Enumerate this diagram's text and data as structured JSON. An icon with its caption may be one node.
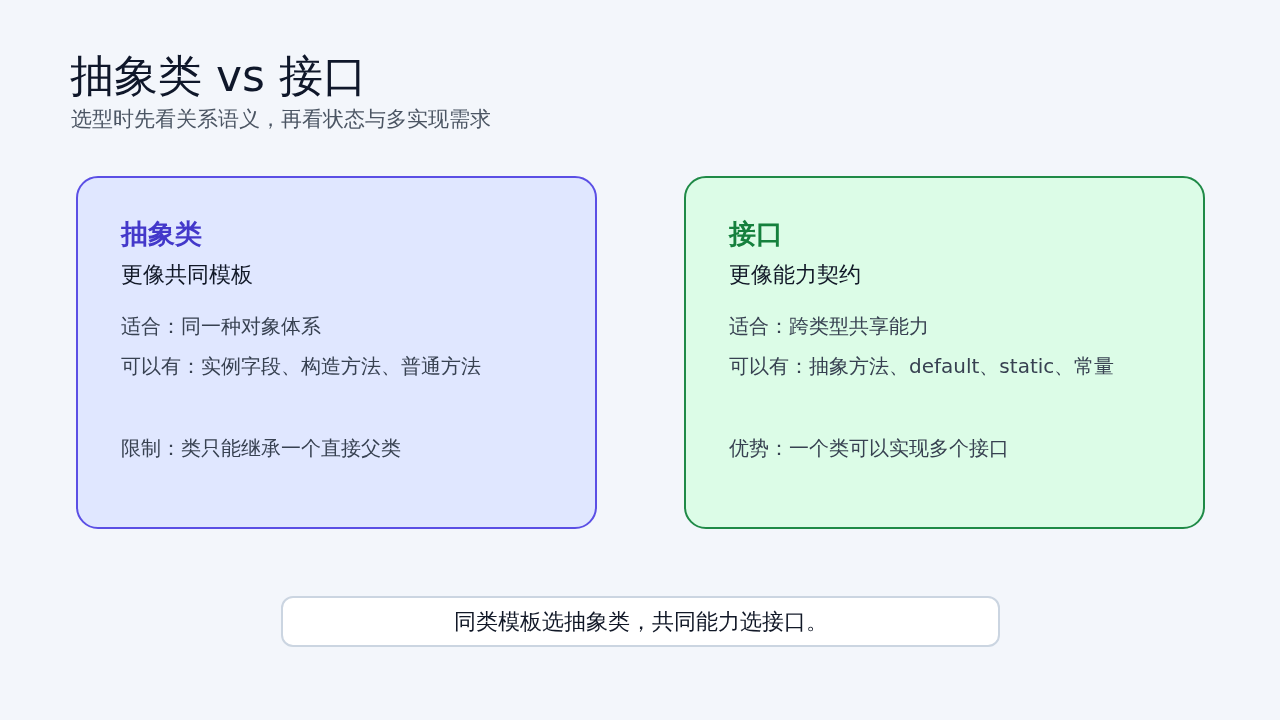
{
  "diagram": {
    "title": "抽象类 vs 接口",
    "nodes": [
      {
        "text": [
          "抽象类",
          "更像共同模板",
          "适合：同一种对象体系",
          "可以有：实例字段、构造方法、普通方法",
          "限制：类只能继承一个直接父类"
        ]
      },
      {
        "text": [
          "接口",
          "更像能力契约",
          "适合：跨类型共享能力",
          "可以有：抽象方法、default、static、常量",
          "优势：一个类可以实现多个接口"
        ]
      },
      {
        "text": [
          "同类模板选抽象类，共同能力选接口。"
        ]
      }
    ],
    "labels": [
      "选型时先看关系语义，再看状态与多实现需求"
    ]
  }
}
